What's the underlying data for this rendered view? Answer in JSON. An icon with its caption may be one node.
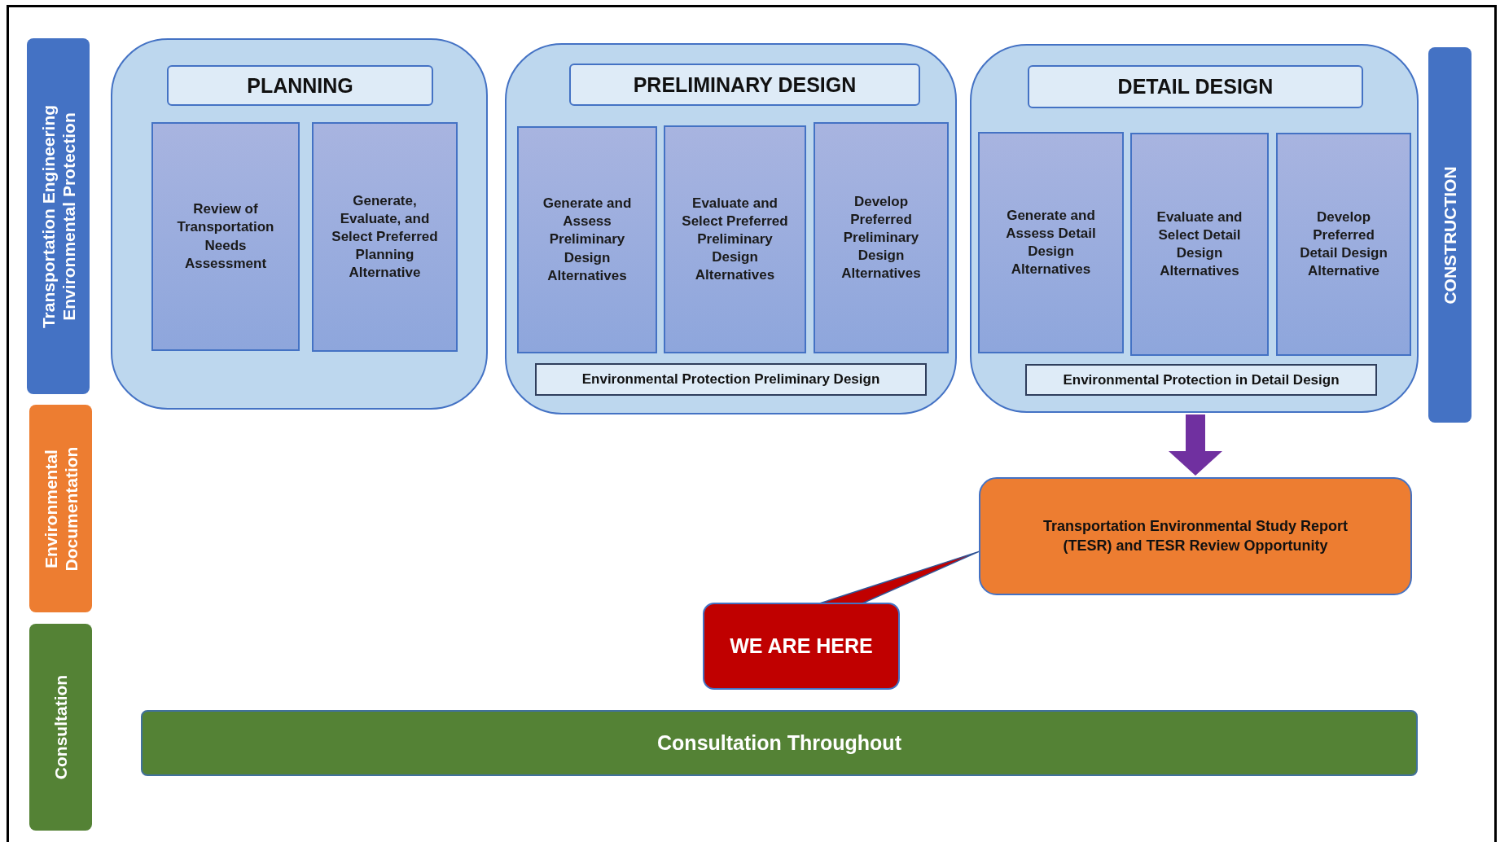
{
  "diagram": {
    "nodes": [
      {
        "text": [
          "Transportation Engineering Environmental Protection"
        ]
      },
      {
        "text": [
          "PLANNING"
        ]
      },
      {
        "text": [
          "Review of Transportation Needs Assessment"
        ],
        "in": 1
      },
      {
        "text": [
          "Generate, Evaluate, and Select Preferred Planning Alternative"
        ],
        "in": 1
      },
      {
        "text": [
          "PRELIMINARY DESIGN"
        ]
      },
      {
        "text": [
          "Generate and Assess Preliminary Design Alternatives"
        ],
        "in": 4
      },
      {
        "text": [
          "Evaluate and Select Preferred Preliminary Design Alternatives"
        ],
        "in": 4
      },
      {
        "text": [
          "Develop Preferred Preliminary Design Alternatives"
        ],
        "in": 4
      },
      {
        "text": [
          "Environmental Protection Preliminary Design"
        ],
        "in": 4
      },
      {
        "text": [
          "DETAIL DESIGN"
        ]
      },
      {
        "text": [
          "Generate and Assess Detail Design Alternatives"
        ],
        "in": 9
      },
      {
        "text": [
          "Evaluate and Select Detail Design Alternatives"
        ],
        "in": 9
      },
      {
        "text": [
          "Develop Preferred Detail Design Alternative"
        ],
        "in": 9
      },
      {
        "text": [
          "Environmental Protection in Detail Design"
        ],
        "in": 9
      },
      {
        "text": [
          "CONSTRUCTION"
        ]
      },
      {
        "text": [
          "Environmental Documentation"
        ]
      },
      {
        "text": [
          "Transportation Environmental Study Report (TESR) and TESR Review Opportunity"
        ]
      },
      {
        "text": [
          "WE ARE HERE"
        ]
      },
      {
        "text": [
          "Consultation"
        ]
      },
      {
        "text": [
          "Consultation Throughout"
        ]
      }
    ],
    "edges": [
      {
        "from": 9,
        "to": 16,
        "arrow": "to",
        "color": "#7030a0"
      },
      {
        "from": 17,
        "to": 16,
        "arrow": "none",
        "color": "#c00000"
      }
    ]
  }
}
